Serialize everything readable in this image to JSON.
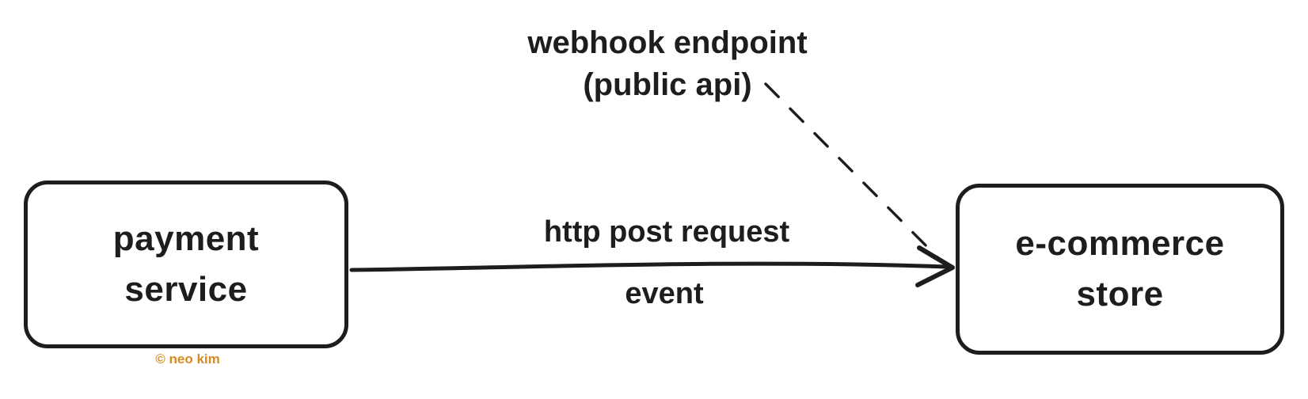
{
  "diagram": {
    "colors": {
      "background": "#ffffff",
      "ink": "#1d1d1d",
      "watermark": "#d8891f"
    },
    "nodes": {
      "payment_service": {
        "line1": "payment",
        "line2": "service"
      },
      "ecommerce_store": {
        "line1": "e-commerce",
        "line2": "store"
      }
    },
    "edges": {
      "http_post": {
        "label_top": "http post request",
        "label_bottom": "event",
        "style": "solid-arrow",
        "from": "payment_service",
        "to": "ecommerce_store"
      },
      "webhook": {
        "label_line1": "webhook endpoint",
        "label_line2": "(public api)",
        "style": "dashed-line",
        "to": "ecommerce_store"
      }
    },
    "watermark": "© neo kim"
  }
}
